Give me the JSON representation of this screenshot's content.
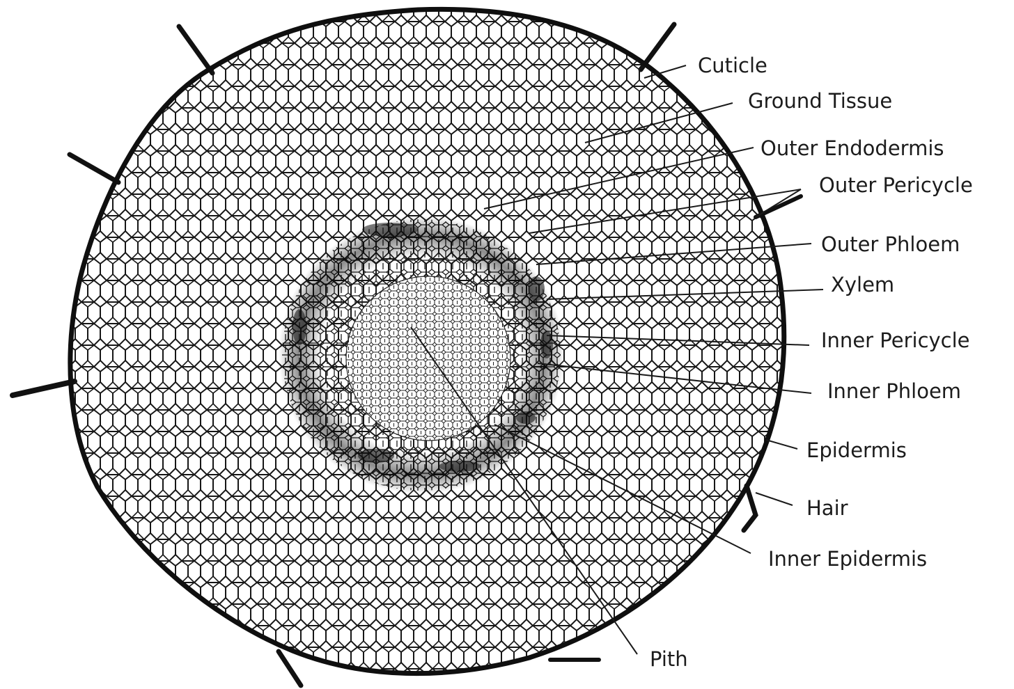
{
  "diagram": {
    "labels": [
      {
        "id": "cuticle",
        "text": "Cuticle"
      },
      {
        "id": "ground-tissue",
        "text": "Ground Tissue"
      },
      {
        "id": "outer-endodermis",
        "text": "Outer Endodermis"
      },
      {
        "id": "outer-pericycle",
        "text": "Outer Pericycle"
      },
      {
        "id": "outer-phloem",
        "text": "Outer Phloem"
      },
      {
        "id": "xylem",
        "text": "Xylem"
      },
      {
        "id": "inner-pericycle",
        "text": "Inner Pericycle"
      },
      {
        "id": "inner-phloem",
        "text": "Inner Phloem"
      },
      {
        "id": "epidermis",
        "text": "Epidermis"
      },
      {
        "id": "hair",
        "text": "Hair"
      },
      {
        "id": "inner-epidermis",
        "text": "Inner Epidermis"
      },
      {
        "id": "pith",
        "text": "Pith"
      }
    ]
  }
}
